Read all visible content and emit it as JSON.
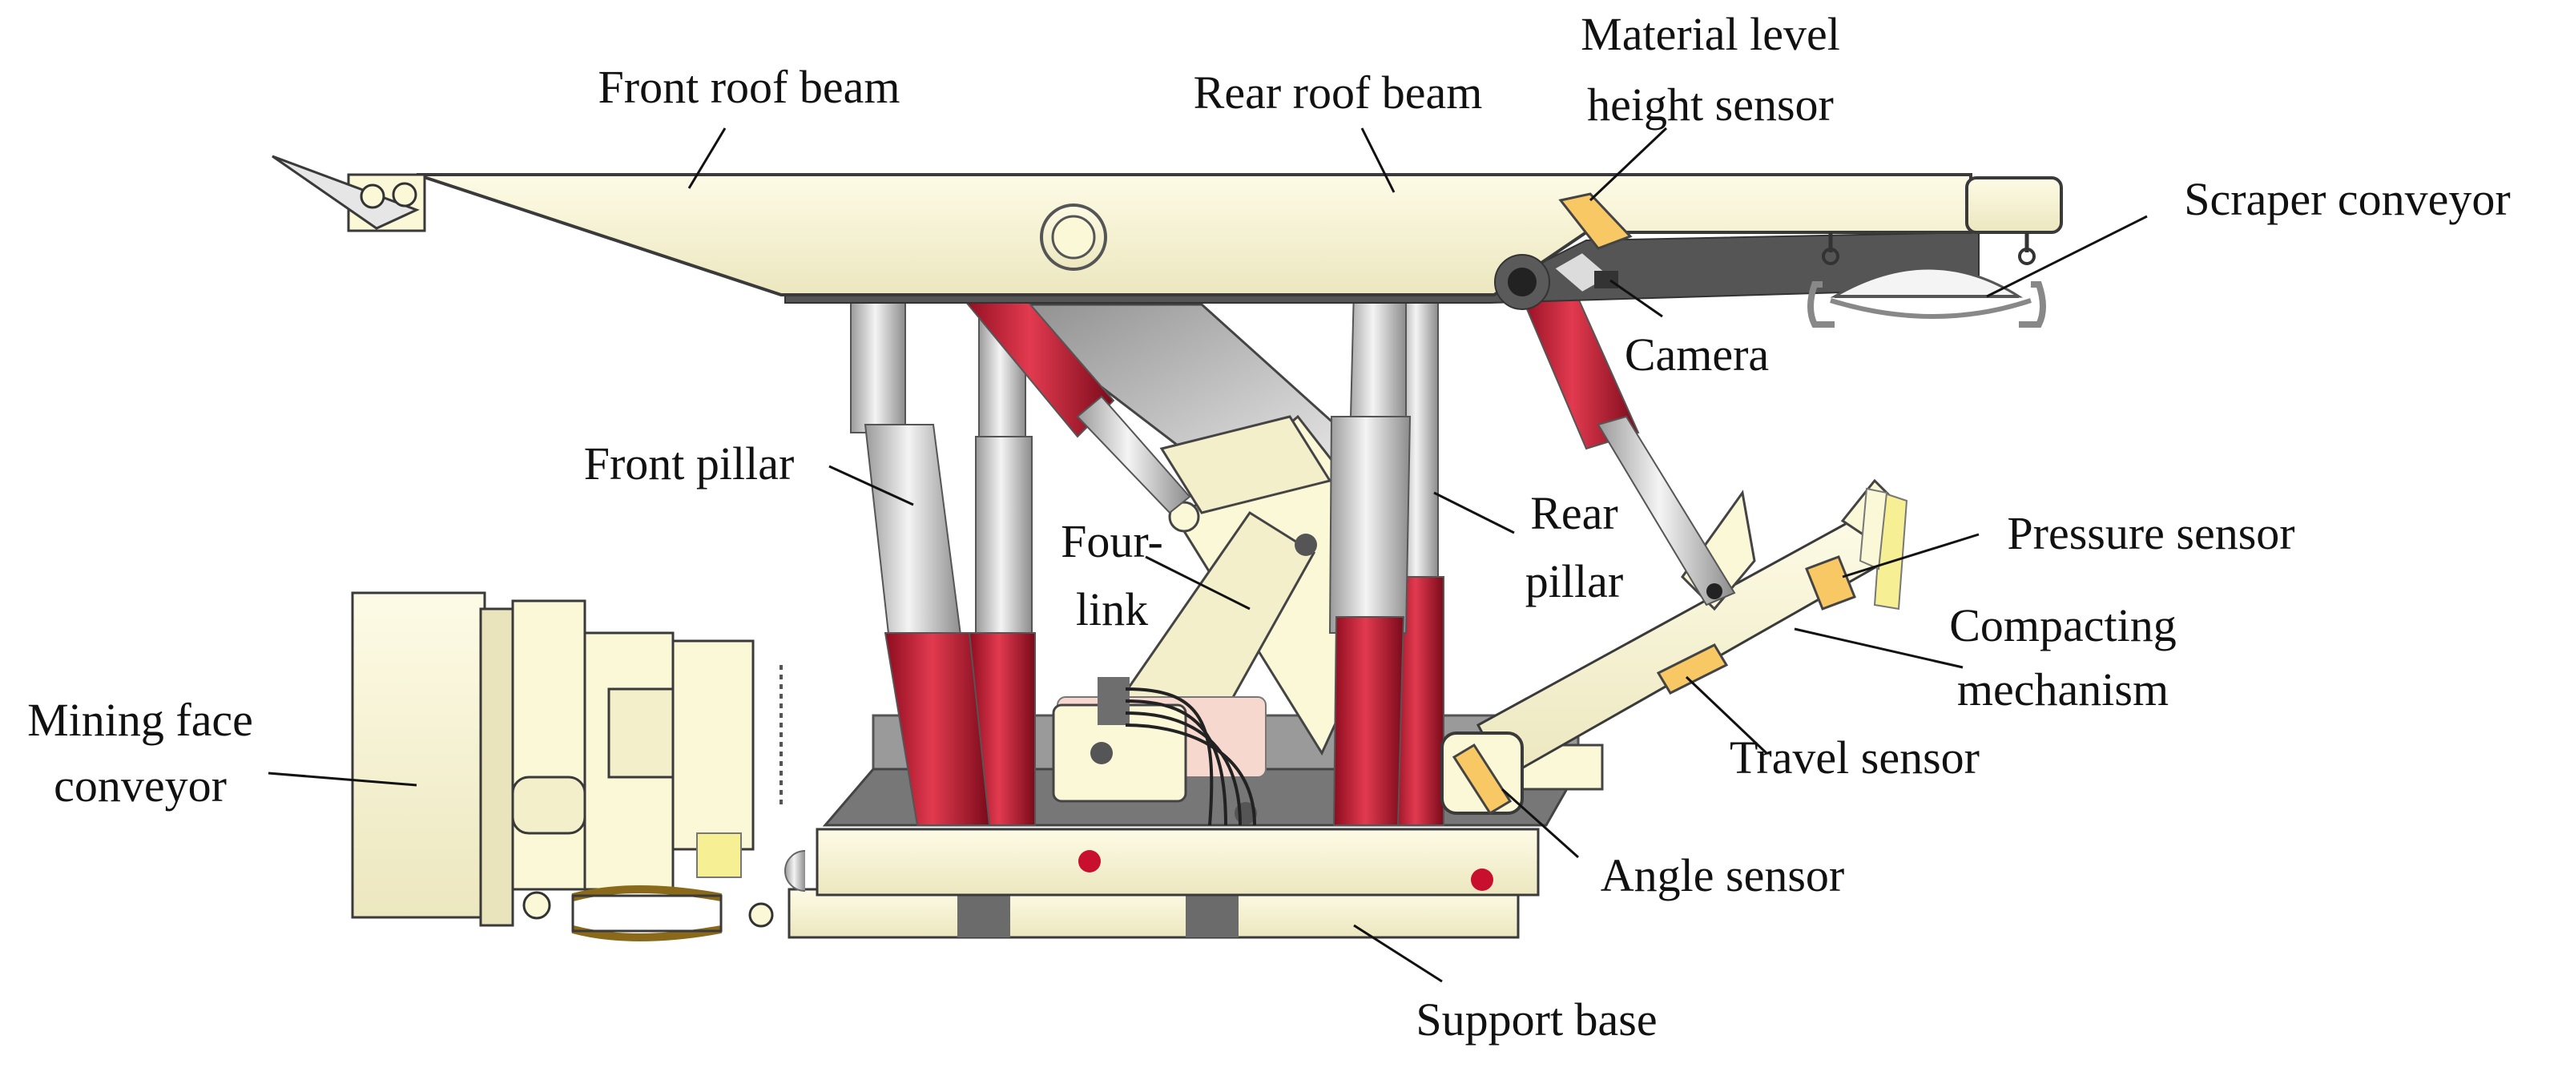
{
  "labels": {
    "front_roof_beam": "Front roof beam",
    "rear_roof_beam": "Rear roof beam",
    "material_level_line1": "Material level",
    "material_level_line2": "height sensor",
    "scraper_conveyor": "Scraper conveyor",
    "camera": "Camera",
    "front_pillar": "Front pillar",
    "four_link_line1": "Four-",
    "four_link_line2": "link",
    "rear_pillar_line1": "Rear",
    "rear_pillar_line2": "pillar",
    "pressure_sensor": "Pressure sensor",
    "compacting_line1": "Compacting",
    "compacting_line2": "mechanism",
    "travel_sensor": "Travel sensor",
    "angle_sensor": "Angle sensor",
    "mining_face_line1": "Mining face",
    "mining_face_line2": "conveyor",
    "support_base": "Support base"
  },
  "colors": {
    "beam_cream": "#fbf8d8",
    "outline": "#3a3a3a",
    "hydraulic_red": "#c8102e",
    "rod_grey": "#c9c9c9",
    "sensor_orange": "#f7c863",
    "dark_grey": "#6e6e6e"
  }
}
